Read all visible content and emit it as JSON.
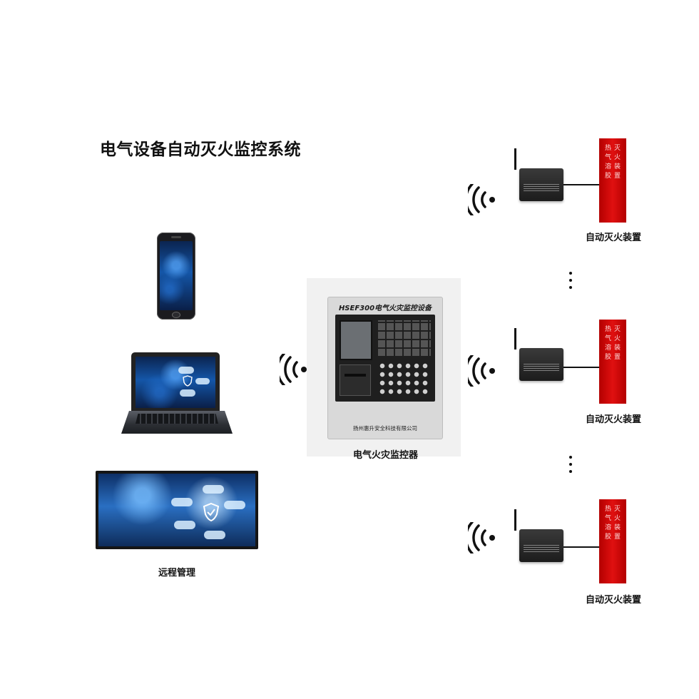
{
  "title": "电气设备自动灭火监控系统",
  "remote_caption": "远程管理",
  "controller": {
    "panel_title": "HSEF300电气火灾监控设备",
    "footer_text": "扬州惠升安全科技有限公司",
    "caption": "电气火灾监控器"
  },
  "nodes": [
    {
      "caption": "自动灭火装置",
      "red_left": "热气溶胶",
      "red_right": "灭火装置"
    },
    {
      "caption": "自动灭火装置",
      "red_left": "热气溶胶",
      "red_right": "灭火装置"
    },
    {
      "caption": "自动灭火装置",
      "red_left": "热气溶胶",
      "red_right": "灭火装置"
    }
  ],
  "colors": {
    "extinguisher_red": "#d40c0c",
    "device_black": "#1c1c1c",
    "screen_blue": "#1456a8"
  },
  "icons": [
    "wifi-signal-icon",
    "ellipsis-vertical-icon"
  ]
}
